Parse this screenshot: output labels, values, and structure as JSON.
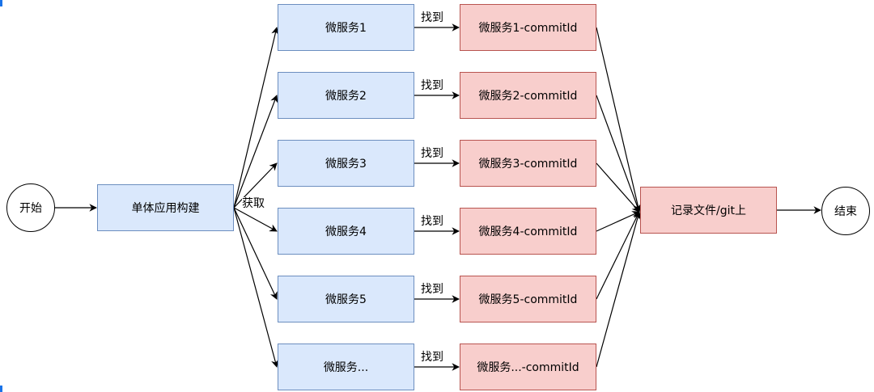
{
  "nodes": {
    "start": "开始",
    "build": "单体应用构建",
    "record": "记录文件/git上",
    "end": "结束"
  },
  "services": [
    {
      "name": "微服务1",
      "commit": "微服务1-commitId"
    },
    {
      "name": "微服务2",
      "commit": "微服务2-commitId"
    },
    {
      "name": "微服务3",
      "commit": "微服务3-commitId"
    },
    {
      "name": "微服务4",
      "commit": "微服务4-commitId"
    },
    {
      "name": "微服务5",
      "commit": "微服务5-commitId"
    },
    {
      "name": "微服务...",
      "commit": "微服务...-commitId"
    }
  ],
  "edge_labels": {
    "fetch": "获取",
    "found": "找到"
  },
  "colors": {
    "service_fill": "#dae8fc",
    "service_stroke": "#6c8ebf",
    "commit_fill": "#f8cecc",
    "commit_stroke": "#b85450",
    "edge": "#000000"
  }
}
